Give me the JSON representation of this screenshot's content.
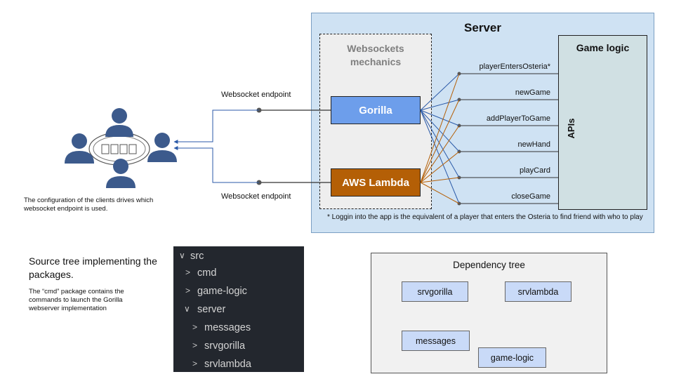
{
  "server": {
    "title": "Server",
    "websockets_title_line1": "Websockets",
    "websockets_title_line2": "mechanics",
    "gorilla_label": "Gorilla",
    "lambda_label": "AWS Lambda",
    "game_logic_title": "Game logic",
    "apis_label": "APIs",
    "api_endpoints": [
      "playerEntersOsteria*",
      "newGame",
      "addPlayerToGame",
      "newHand",
      "playCard",
      "closeGame"
    ],
    "footnote": "* Loggin into the app is the equivalent of a player that enters the Osteria to find friend with who to play"
  },
  "clients": {
    "endpoint_top_label": "Websocket endpoint",
    "endpoint_bottom_label": "Websocket endpoint",
    "note": "The configuration of the clients drives which websocket endpoint is used."
  },
  "source_tree": {
    "title": "Source tree implementing the packages.",
    "description": "The “cmd” package contains the commands to launch the Gorilla webserver implementation",
    "items": [
      {
        "chevron": "∨",
        "label": "src"
      },
      {
        "chevron": ">",
        "label": "cmd"
      },
      {
        "chevron": ">",
        "label": "game-logic"
      },
      {
        "chevron": "∨",
        "label": "server"
      },
      {
        "chevron": ">",
        "label": "messages"
      },
      {
        "chevron": ">",
        "label": "srvgorilla"
      },
      {
        "chevron": ">",
        "label": "srvlambda"
      }
    ]
  },
  "dependency_tree": {
    "title": "Dependency tree",
    "nodes": {
      "srvgorilla": "srvgorilla",
      "srvlambda": "srvlambda",
      "messages": "messages",
      "game_logic": "game-logic"
    }
  },
  "colors": {
    "server_bg": "#cfe2f3",
    "gorilla": "#6d9eeb",
    "lambda": "#b45f06",
    "game_logic_bg": "#d0e0e3",
    "user_icon": "#3c5a8c",
    "tree_bg": "#23272e",
    "dep_node": "#c9daf8"
  },
  "icons": [
    "user-group-icon",
    "playing-card-table-icon"
  ]
}
